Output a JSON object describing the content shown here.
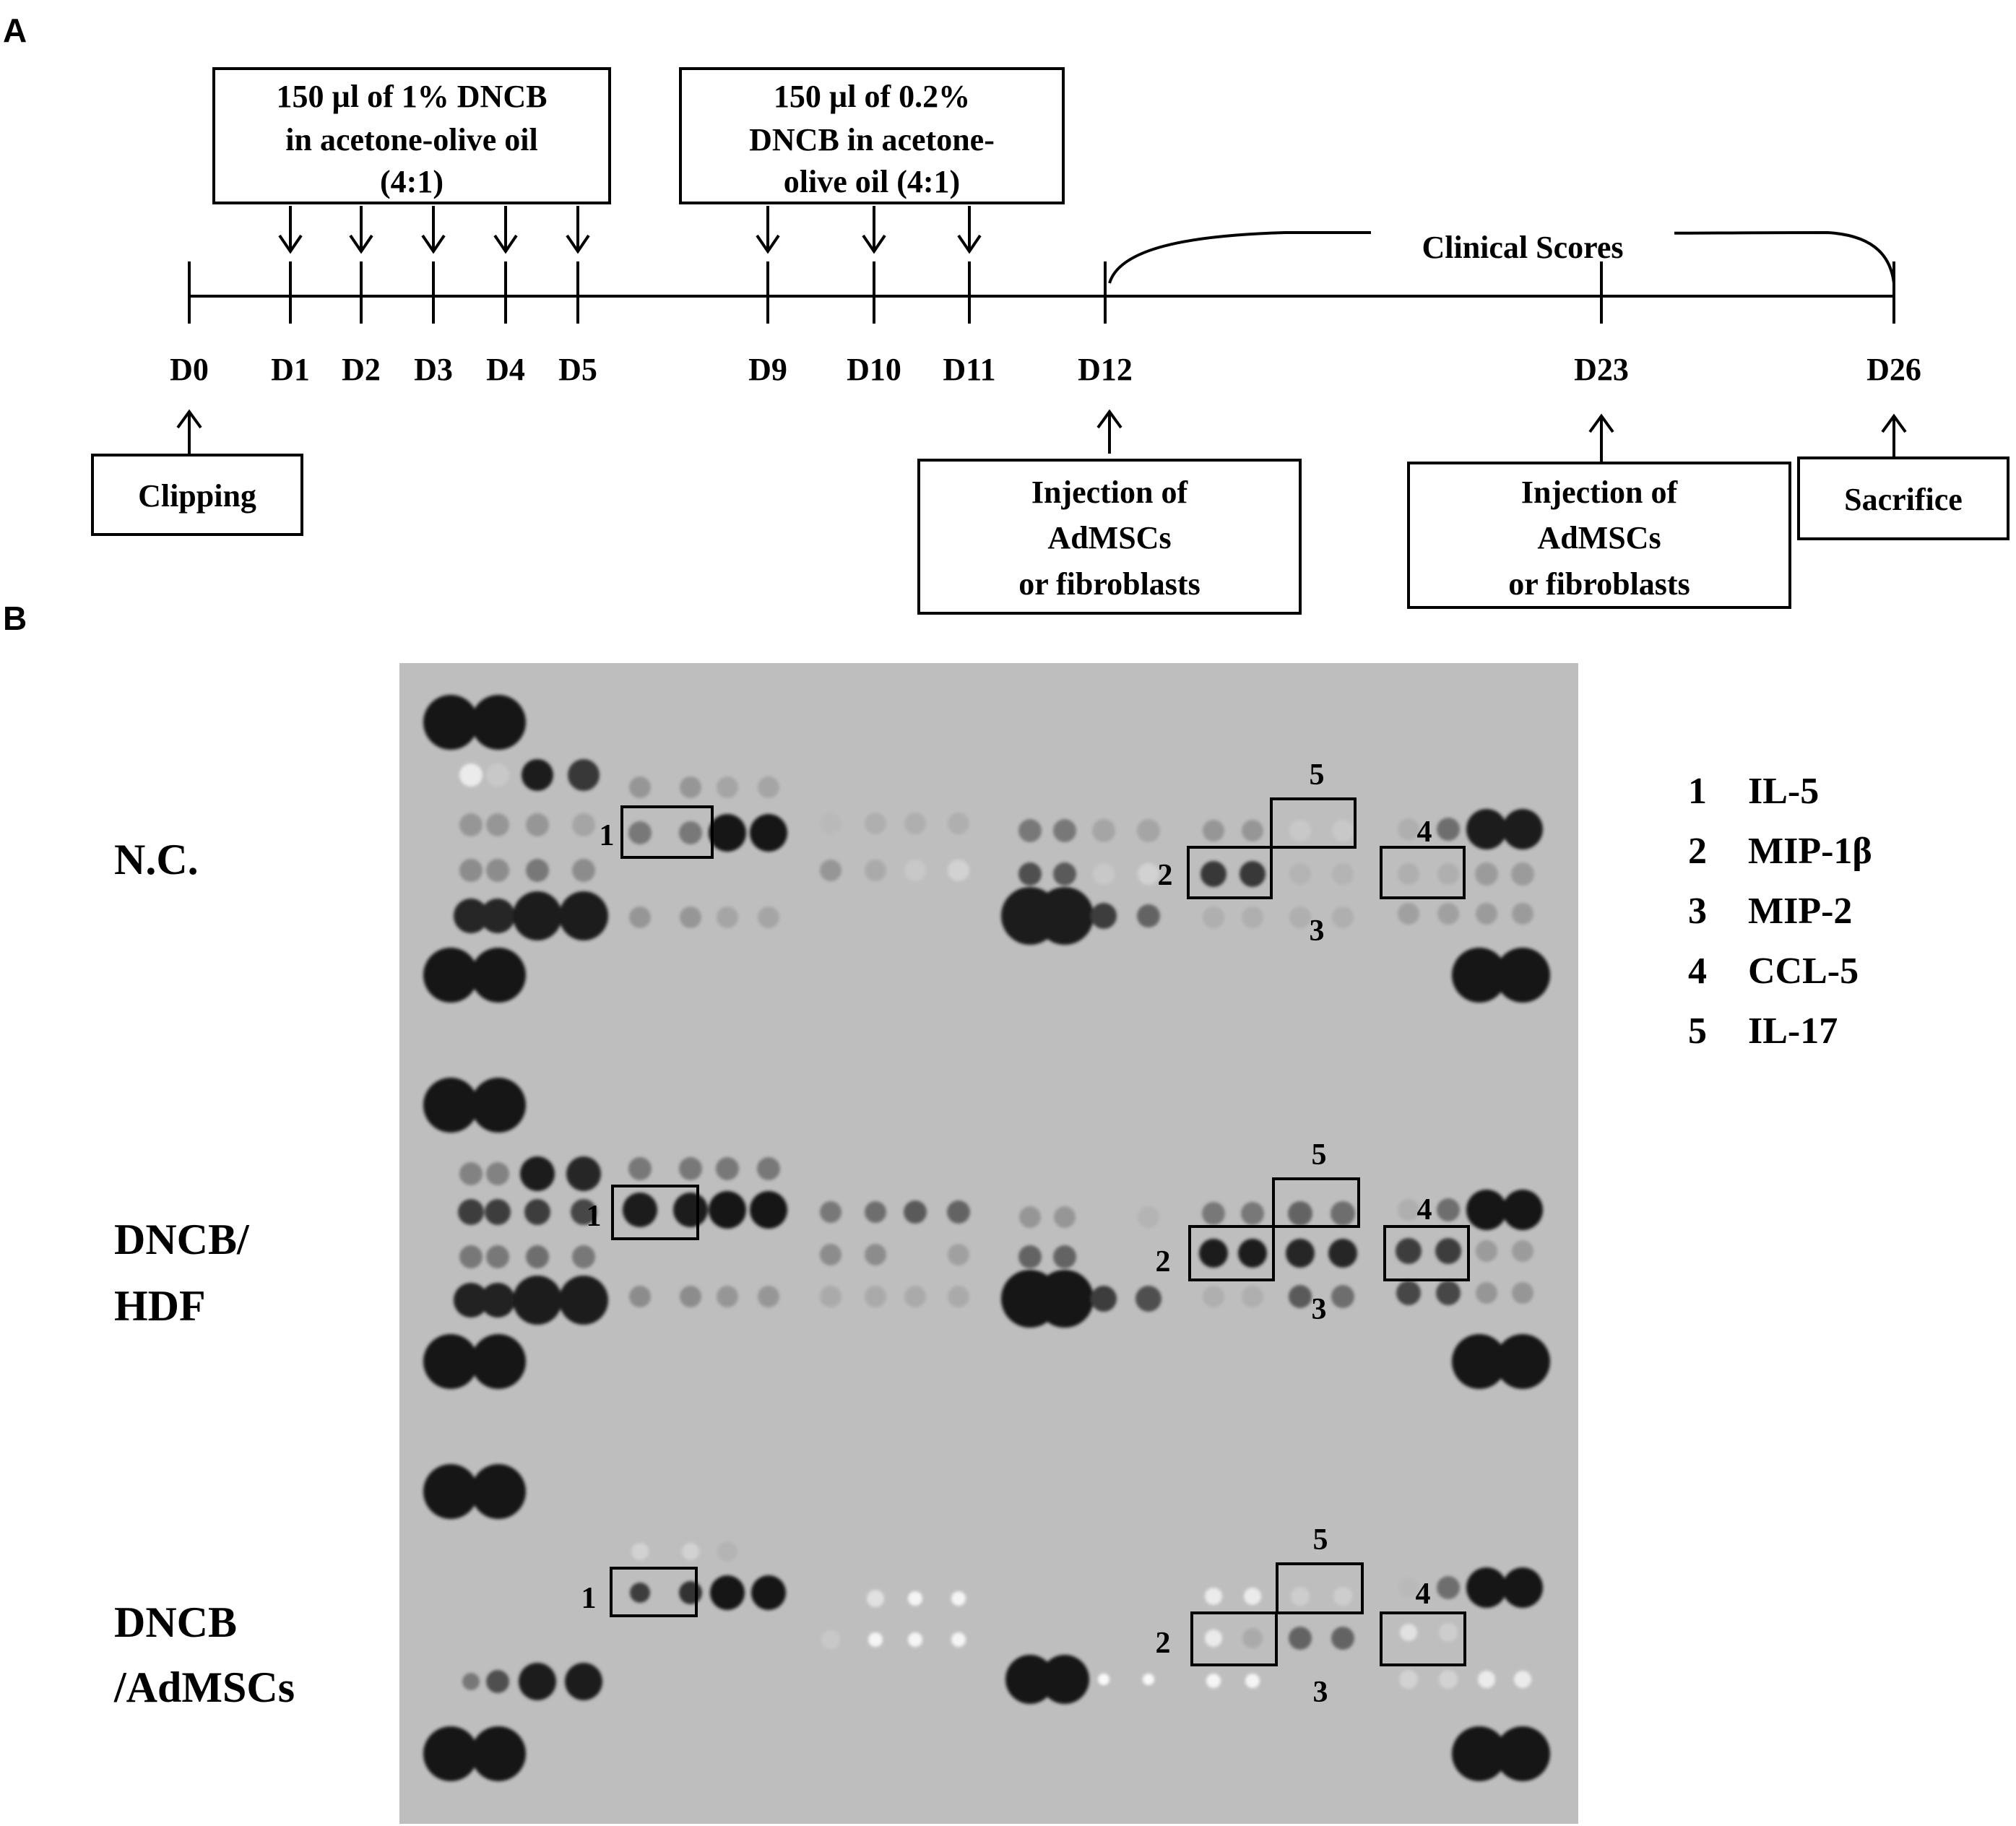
{
  "panels": {
    "a_letter": "A",
    "b_letter": "B"
  },
  "timeline": {
    "days": [
      "D0",
      "D1",
      "D2",
      "D3",
      "D4",
      "D5",
      "D9",
      "D10",
      "D11",
      "D12",
      "D23",
      "D26"
    ],
    "dose1_lines": [
      "150 µl of 1% DNCB",
      "in acetone-olive oil",
      "(4:1)"
    ],
    "dose2_lines": [
      "150 µl of 0.2%",
      "DNCB in acetone-",
      "olive oil (4:1)"
    ],
    "clinical_scores": "Clinical Scores",
    "clipping": "Clipping",
    "injection1_lines": [
      "Injection of",
      "AdMSCs",
      "or fibroblasts"
    ],
    "injection2_lines": [
      "Injection of",
      "AdMSCs",
      "or fibroblasts"
    ],
    "sacrifice": "Sacrifice"
  },
  "blots": {
    "row_labels": [
      {
        "lines": [
          "N.C."
        ]
      },
      {
        "lines": [
          "DNCB/",
          "HDF"
        ]
      },
      {
        "lines": [
          "DNCB",
          "/AdMSCs"
        ]
      }
    ],
    "box_numbers": [
      "1",
      "2",
      "3",
      "4",
      "5"
    ]
  },
  "legend": [
    {
      "num": "1",
      "name": "IL-5"
    },
    {
      "num": "2",
      "name": "MIP-1β"
    },
    {
      "num": "3",
      "name": "MIP-2"
    },
    {
      "num": "4",
      "name": "CCL-5"
    },
    {
      "num": "5",
      "name": "IL-17"
    }
  ]
}
